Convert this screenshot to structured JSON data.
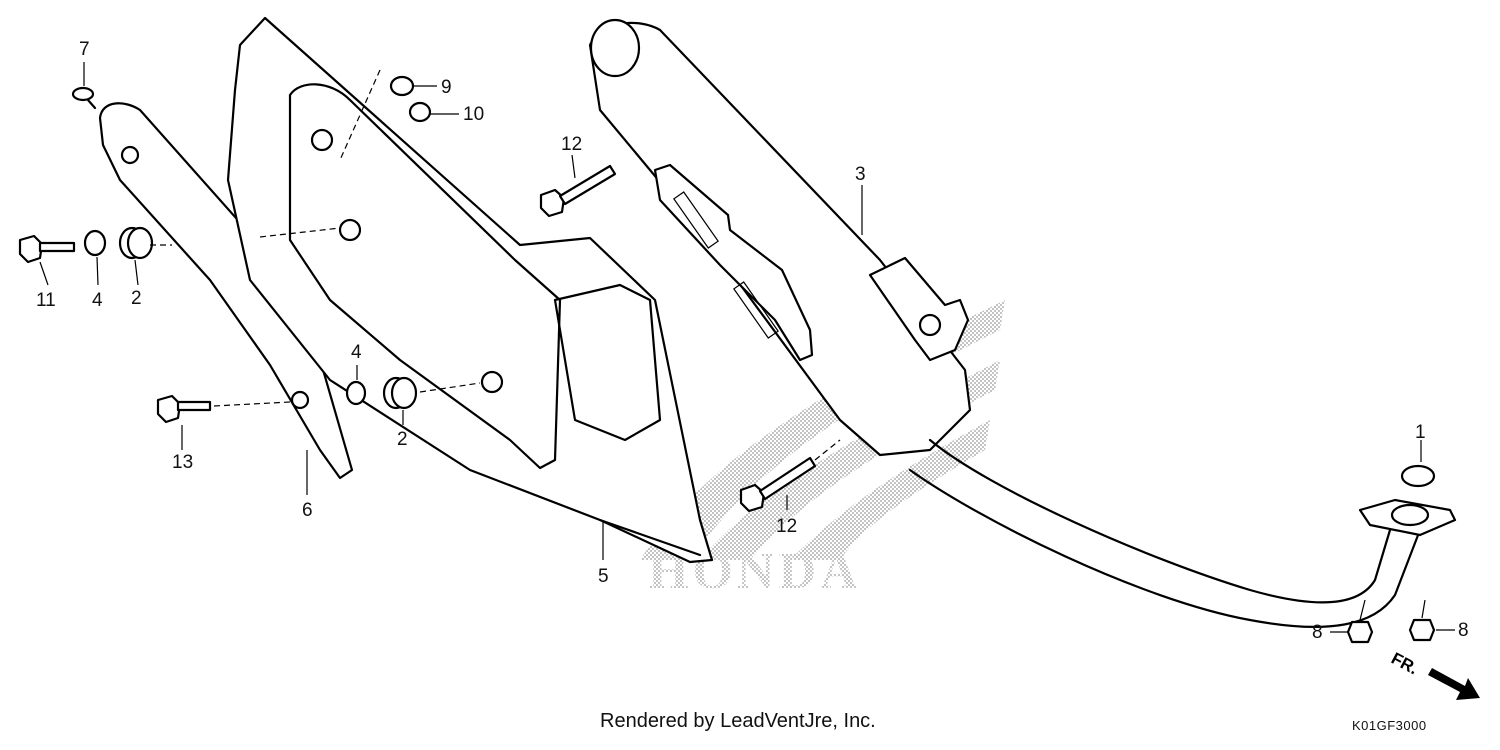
{
  "callouts": {
    "c1": "1",
    "c2a": "2",
    "c2b": "2",
    "c3": "3",
    "c4a": "4",
    "c4b": "4",
    "c5": "5",
    "c6": "6",
    "c7": "7",
    "c8a": "8",
    "c8b": "8",
    "c9": "9",
    "c10": "10",
    "c11": "11",
    "c12a": "12",
    "c12b": "12",
    "c13": "13"
  },
  "direction_label": "FR.",
  "watermark": "HONDA",
  "footer": {
    "credit": "Rendered by LeadVentJre, Inc.",
    "code": "K01GF3000"
  }
}
